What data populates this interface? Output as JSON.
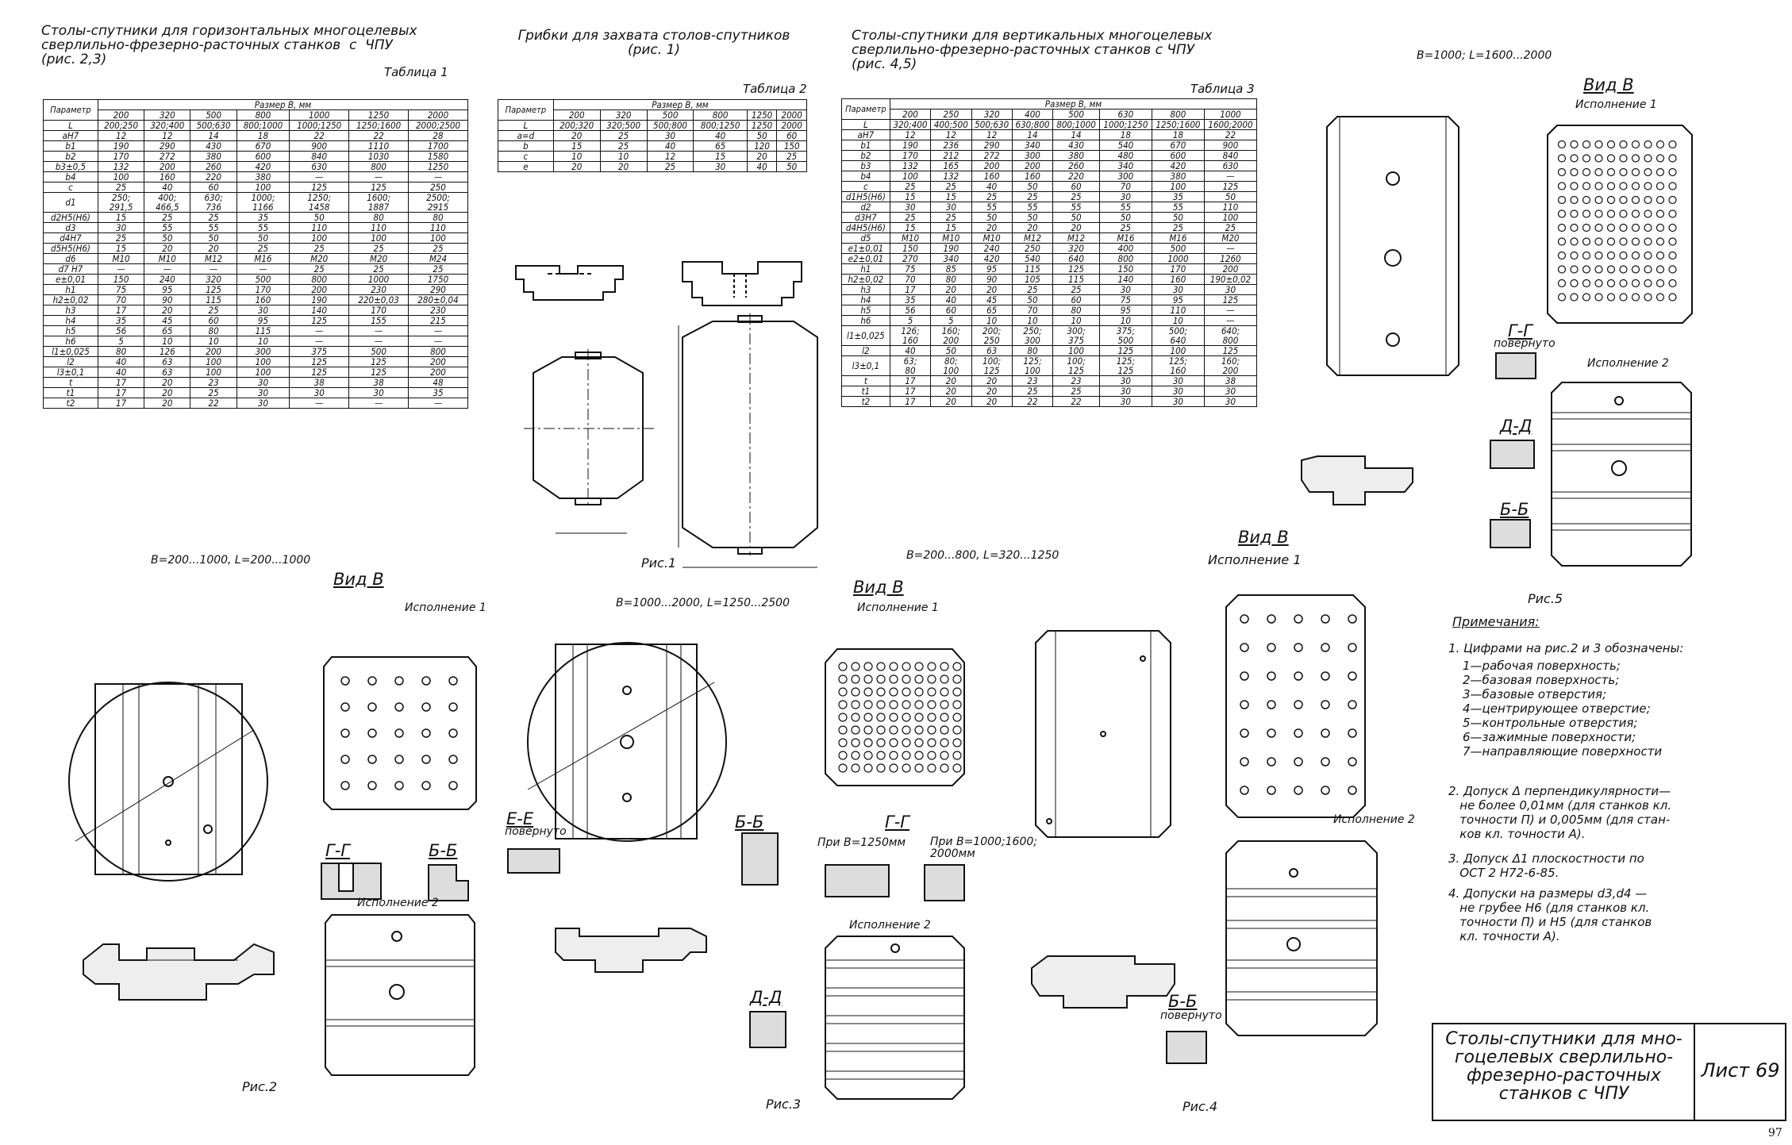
{
  "titles": {
    "t1": "Столы-спутники для горизонтальных многоцелевых\nсверлильно-фрезерно-расточных станков  с  ЧПУ\n(рис. 2,3)",
    "t2": "Грибки для захвата столов-спутников\n(рис. 1)",
    "t3": "Столы-спутники для вертикальных многоцелевых\nсверлильно-фрезерно-расточных станков с ЧПУ\n(рис. 4,5)"
  },
  "table_labels": {
    "t1": "Таблица 1",
    "t2": "Таблица 2",
    "t3": "Таблица 3"
  },
  "table1": {
    "param_header": "Параметр",
    "size_header": "Размер B, мм",
    "sizes": [
      "200",
      "320",
      "500",
      "800",
      "1000",
      "1250",
      "2000"
    ],
    "rows": [
      [
        "L",
        "200;250",
        "320;400",
        "500;630",
        "800;1000",
        "1000;1250",
        "1250;1600",
        "2000;2500"
      ],
      [
        "aH7",
        "12",
        "12",
        "14",
        "18",
        "22",
        "22",
        "28"
      ],
      [
        "b1",
        "190",
        "290",
        "430",
        "670",
        "900",
        "1110",
        "1700"
      ],
      [
        "b2",
        "170",
        "272",
        "380",
        "600",
        "840",
        "1030",
        "1580"
      ],
      [
        "b3±0,5",
        "132",
        "200",
        "260",
        "420",
        "630",
        "800",
        "1250"
      ],
      [
        "b4",
        "100",
        "160",
        "220",
        "380",
        "—",
        "—",
        "—"
      ],
      [
        "c",
        "25",
        "40",
        "60",
        "100",
        "125",
        "125",
        "250"
      ],
      [
        "d1",
        "250;\n291,5",
        "400;\n466,5",
        "630;\n736",
        "1000;\n1166",
        "1250;\n1458",
        "1600;\n1887",
        "2500;\n2915"
      ],
      [
        "d2H5(H6)",
        "15",
        "25",
        "25",
        "35",
        "50",
        "80",
        "80"
      ],
      [
        "d3",
        "30",
        "55",
        "55",
        "55",
        "110",
        "110",
        "110"
      ],
      [
        "d4H7",
        "25",
        "50",
        "50",
        "50",
        "100",
        "100",
        "100"
      ],
      [
        "d5H5(H6)",
        "15",
        "20",
        "20",
        "25",
        "25",
        "25",
        "25"
      ],
      [
        "d6",
        "M10",
        "M10",
        "M12",
        "M16",
        "M20",
        "M20",
        "M24"
      ],
      [
        "d7 H7",
        "—",
        "—",
        "—",
        "—",
        "25",
        "25",
        "25"
      ],
      [
        "e±0,01",
        "150",
        "240",
        "320",
        "500",
        "800",
        "1000",
        "1750"
      ],
      [
        "h1",
        "75",
        "95",
        "125",
        "170",
        "200",
        "230",
        "290"
      ],
      [
        "h2±0,02",
        "70",
        "90",
        "115",
        "160",
        "190",
        "220±0,03",
        "280±0,04"
      ],
      [
        "h3",
        "17",
        "20",
        "25",
        "30",
        "140",
        "170",
        "230"
      ],
      [
        "h4",
        "35",
        "45",
        "60",
        "95",
        "125",
        "155",
        "215"
      ],
      [
        "h5",
        "56",
        "65",
        "80",
        "115",
        "—",
        "—",
        "—"
      ],
      [
        "h6",
        "5",
        "10",
        "10",
        "10",
        "—",
        "—",
        "—"
      ],
      [
        "l1±0,025",
        "80",
        "126",
        "200",
        "300",
        "375",
        "500",
        "800"
      ],
      [
        "l2",
        "40",
        "63",
        "100",
        "100",
        "125",
        "125",
        "200"
      ],
      [
        "l3±0,1",
        "40",
        "63",
        "100",
        "100",
        "125",
        "125",
        "200"
      ],
      [
        "t",
        "17",
        "20",
        "23",
        "30",
        "38",
        "38",
        "48"
      ],
      [
        "t1",
        "17",
        "20",
        "25",
        "30",
        "30",
        "30",
        "35"
      ],
      [
        "t2",
        "17",
        "20",
        "22",
        "30",
        "—",
        "—",
        "—"
      ]
    ]
  },
  "table2": {
    "param_header": "Параметр",
    "size_header": "Размер B, мм",
    "sizes": [
      "200",
      "320",
      "500",
      "800",
      "1250",
      "2000"
    ],
    "rows": [
      [
        "L",
        "200;320",
        "320;500",
        "500;800",
        "800;1250",
        "1250",
        "2000"
      ],
      [
        "a=d",
        "20",
        "25",
        "30",
        "40",
        "50",
        "60"
      ],
      [
        "b",
        "15",
        "25",
        "40",
        "65",
        "120",
        "150"
      ],
      [
        "c",
        "10",
        "10",
        "12",
        "15",
        "20",
        "25"
      ],
      [
        "e",
        "20",
        "20",
        "25",
        "30",
        "40",
        "50"
      ]
    ]
  },
  "table3": {
    "param_header": "Параметр",
    "size_header": "Размер B, мм",
    "sizes": [
      "200",
      "250",
      "320",
      "400",
      "500",
      "630",
      "800",
      "1000"
    ],
    "rows": [
      [
        "L",
        "320;400",
        "400;500",
        "500;630",
        "630;800",
        "800;1000",
        "1000;1250",
        "1250;1600",
        "1600;2000"
      ],
      [
        "aH7",
        "12",
        "12",
        "12",
        "14",
        "14",
        "18",
        "18",
        "22"
      ],
      [
        "b1",
        "190",
        "236",
        "290",
        "340",
        "430",
        "540",
        "670",
        "900"
      ],
      [
        "b2",
        "170",
        "212",
        "272",
        "300",
        "380",
        "480",
        "600",
        "840"
      ],
      [
        "b3",
        "132",
        "165",
        "200",
        "200",
        "260",
        "340",
        "420",
        "630"
      ],
      [
        "b4",
        "100",
        "132",
        "160",
        "160",
        "220",
        "300",
        "380",
        "—"
      ],
      [
        "c",
        "25",
        "25",
        "40",
        "50",
        "60",
        "70",
        "100",
        "125"
      ],
      [
        "d1H5(H6)",
        "15",
        "15",
        "25",
        "25",
        "25",
        "30",
        "35",
        "50"
      ],
      [
        "d2",
        "30",
        "30",
        "55",
        "55",
        "55",
        "55",
        "55",
        "110"
      ],
      [
        "d3H7",
        "25",
        "25",
        "50",
        "50",
        "50",
        "50",
        "50",
        "100"
      ],
      [
        "d4H5(H6)",
        "15",
        "15",
        "20",
        "20",
        "20",
        "25",
        "25",
        "25"
      ],
      [
        "d5",
        "M10",
        "M10",
        "M10",
        "M12",
        "M12",
        "M16",
        "M16",
        "M20"
      ],
      [
        "e1±0,01",
        "150",
        "190",
        "240",
        "250",
        "320",
        "400",
        "500",
        "—"
      ],
      [
        "e2±0,01",
        "270",
        "340",
        "420",
        "540",
        "640",
        "800",
        "1000",
        "1260"
      ],
      [
        "h1",
        "75",
        "85",
        "95",
        "115",
        "125",
        "150",
        "170",
        "200"
      ],
      [
        "h2±0,02",
        "70",
        "80",
        "90",
        "105",
        "115",
        "140",
        "160",
        "190±0,02"
      ],
      [
        "h3",
        "17",
        "20",
        "20",
        "25",
        "25",
        "30",
        "30",
        "30"
      ],
      [
        "h4",
        "35",
        "40",
        "45",
        "50",
        "60",
        "75",
        "95",
        "125"
      ],
      [
        "h5",
        "56",
        "60",
        "65",
        "70",
        "80",
        "95",
        "110",
        "—"
      ],
      [
        "h6",
        "5",
        "5",
        "10",
        "10",
        "10",
        "10",
        "10",
        "—"
      ],
      [
        "l1±0,025",
        "126;\n160",
        "160;\n200",
        "200;\n250",
        "250;\n300",
        "300;\n375",
        "375;\n500",
        "500;\n640",
        "640;\n800"
      ],
      [
        "l2",
        "40",
        "50",
        "63",
        "80",
        "100",
        "125",
        "100",
        "125"
      ],
      [
        "l3±0,1",
        "63;\n80",
        "80;\n100",
        "100;\n125",
        "125;\n100",
        "100;\n125",
        "125;\n125",
        "125;\n160",
        "160;\n200"
      ],
      [
        "t",
        "17",
        "20",
        "20",
        "23",
        "23",
        "30",
        "30",
        "38"
      ],
      [
        "t1",
        "17",
        "20",
        "20",
        "25",
        "25",
        "30",
        "30",
        "30"
      ],
      [
        "t2",
        "17",
        "20",
        "20",
        "22",
        "22",
        "30",
        "30",
        "30"
      ]
    ]
  },
  "ranges": {
    "r1": "B=200...1000, L=200...1000",
    "r2": "B=1000...2000, L=1250...2500",
    "r3": "B=200...800, L=320...1250",
    "r4": "B=1000; L=1600...2000"
  },
  "view_labels": {
    "vid_v": "Вид В",
    "isp1": "Исполнение 1",
    "isp2": "Исполнение 2",
    "gg": "Г-Г",
    "bb": "Б-Б",
    "ee": "Е-Е",
    "dd": "Д-Д",
    "povernuto": "повернуто",
    "pri1250": "При B=1250мм",
    "pri1000": "При B=1000;1600;\n2000мм"
  },
  "figures": {
    "ris1": "Рис.1",
    "ris2": "Рис.2",
    "ris3": "Рис.3",
    "ris4": "Рис.4",
    "ris5": "Рис.5"
  },
  "notes": {
    "title": "Примечания:",
    "n1": "1. Цифрами на рис.2 и 3 обозначены:",
    "n1_items": [
      "1—рабочая поверхность;",
      "2—базовая поверхность;",
      "3—базовые отверстия;",
      "4—центрирующее отверстие;",
      "5—контрольные отверстия;",
      "6—зажимные поверхности;",
      "7—направляющие поверхности"
    ],
    "n2": "2. Допуск Δ перпендикулярности—\n   не более 0,01мм (для станков кл.\n   точности П) и 0,005мм (для стан-\n   ков кл. точности А).",
    "n3": "3. Допуск Δ1 плоскостности по\n   ОСТ 2 Н72-6-85.",
    "n4": "4. Допуски на размеры d3,d4 —\n   не грубее Н6 (для станков кл.\n   точности П) и Н5 (для станков\n   кл. точности А)."
  },
  "title_block": {
    "name": "Столы-спутники для мно-\nгоцелевых сверлильно-\nфрезерно-расточных\nстанков с ЧПУ",
    "sheet": "Лист 69"
  },
  "page_number": "97"
}
